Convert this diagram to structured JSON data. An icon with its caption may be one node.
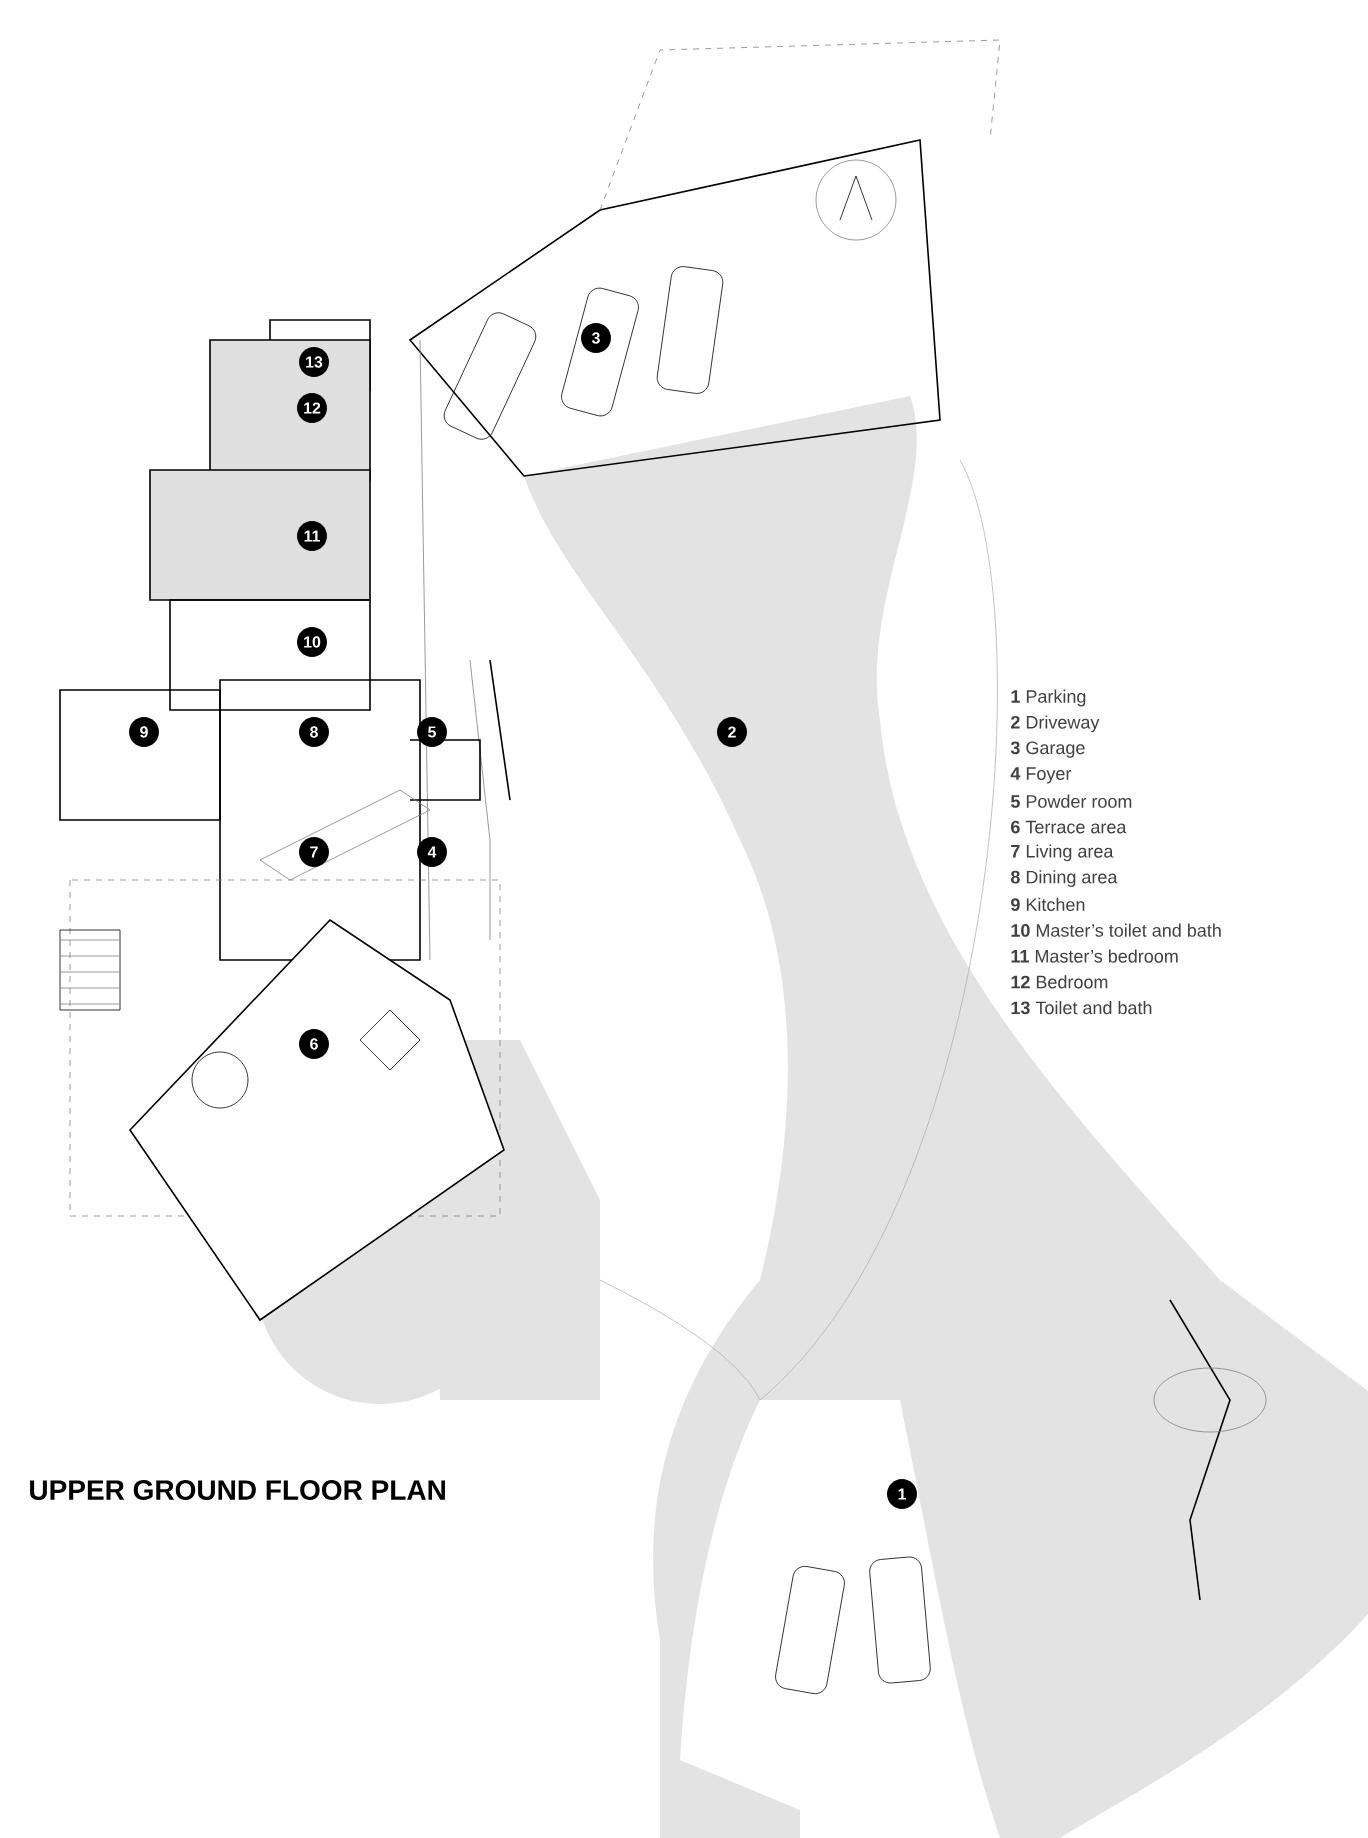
{
  "diagram": {
    "title": "UPPER GROUND FLOOR PLAN",
    "labels": [
      "13",
      "3",
      "12",
      "11",
      "10",
      "9",
      "8",
      "5",
      "2",
      "7",
      "4",
      "6",
      "1",
      "**1** Parking",
      "**2** Driveway",
      "**3** Garage",
      "**4** Foyer",
      "**5** Powder room",
      "**6** Terrace area",
      "**7** Living area",
      "**8** Dining area",
      "**9** Kitchen",
      "**10** Master’s toilet and bath",
      "**11** Master’s bedroom",
      "**12** Bedroom",
      "**13** Toilet and bath"
    ]
  }
}
